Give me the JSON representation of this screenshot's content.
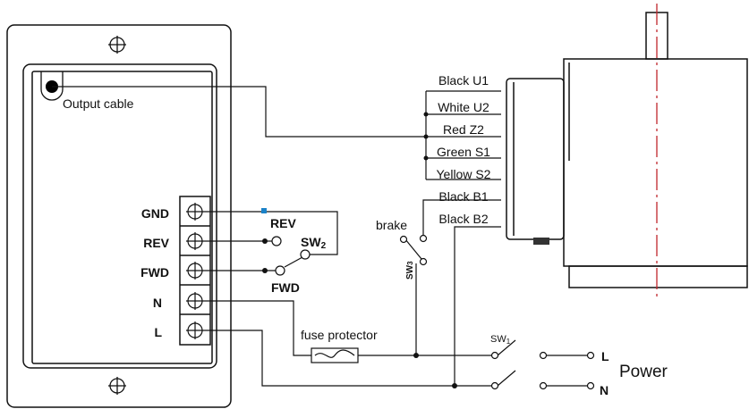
{
  "controller": {
    "output_cable_label": "Output cable"
  },
  "terminals": [
    "GND",
    "REV",
    "FWD",
    "N",
    "L"
  ],
  "motor_leads": [
    "Black U1",
    "White U2",
    "Red Z2",
    "Green S1",
    "Yellow S2",
    "Black B1",
    "Black B2"
  ],
  "switches": {
    "rev_label": "REV",
    "fwd_label": "FWD",
    "sw2_prefix": "SW",
    "sw2_sub": "2",
    "sw3_prefix": "SW",
    "sw3_sub": "3",
    "sw1_prefix": "SW",
    "sw1_sub": "1",
    "brake_label": "brake"
  },
  "fuse": {
    "label": "fuse protector"
  },
  "power": {
    "title": "Power",
    "l_label": "L",
    "n_label": "N"
  },
  "colors": {
    "line": "#111111",
    "centerline": "#c0272d",
    "gnd_marker": "#1b82c8",
    "background": "#ffffff"
  }
}
